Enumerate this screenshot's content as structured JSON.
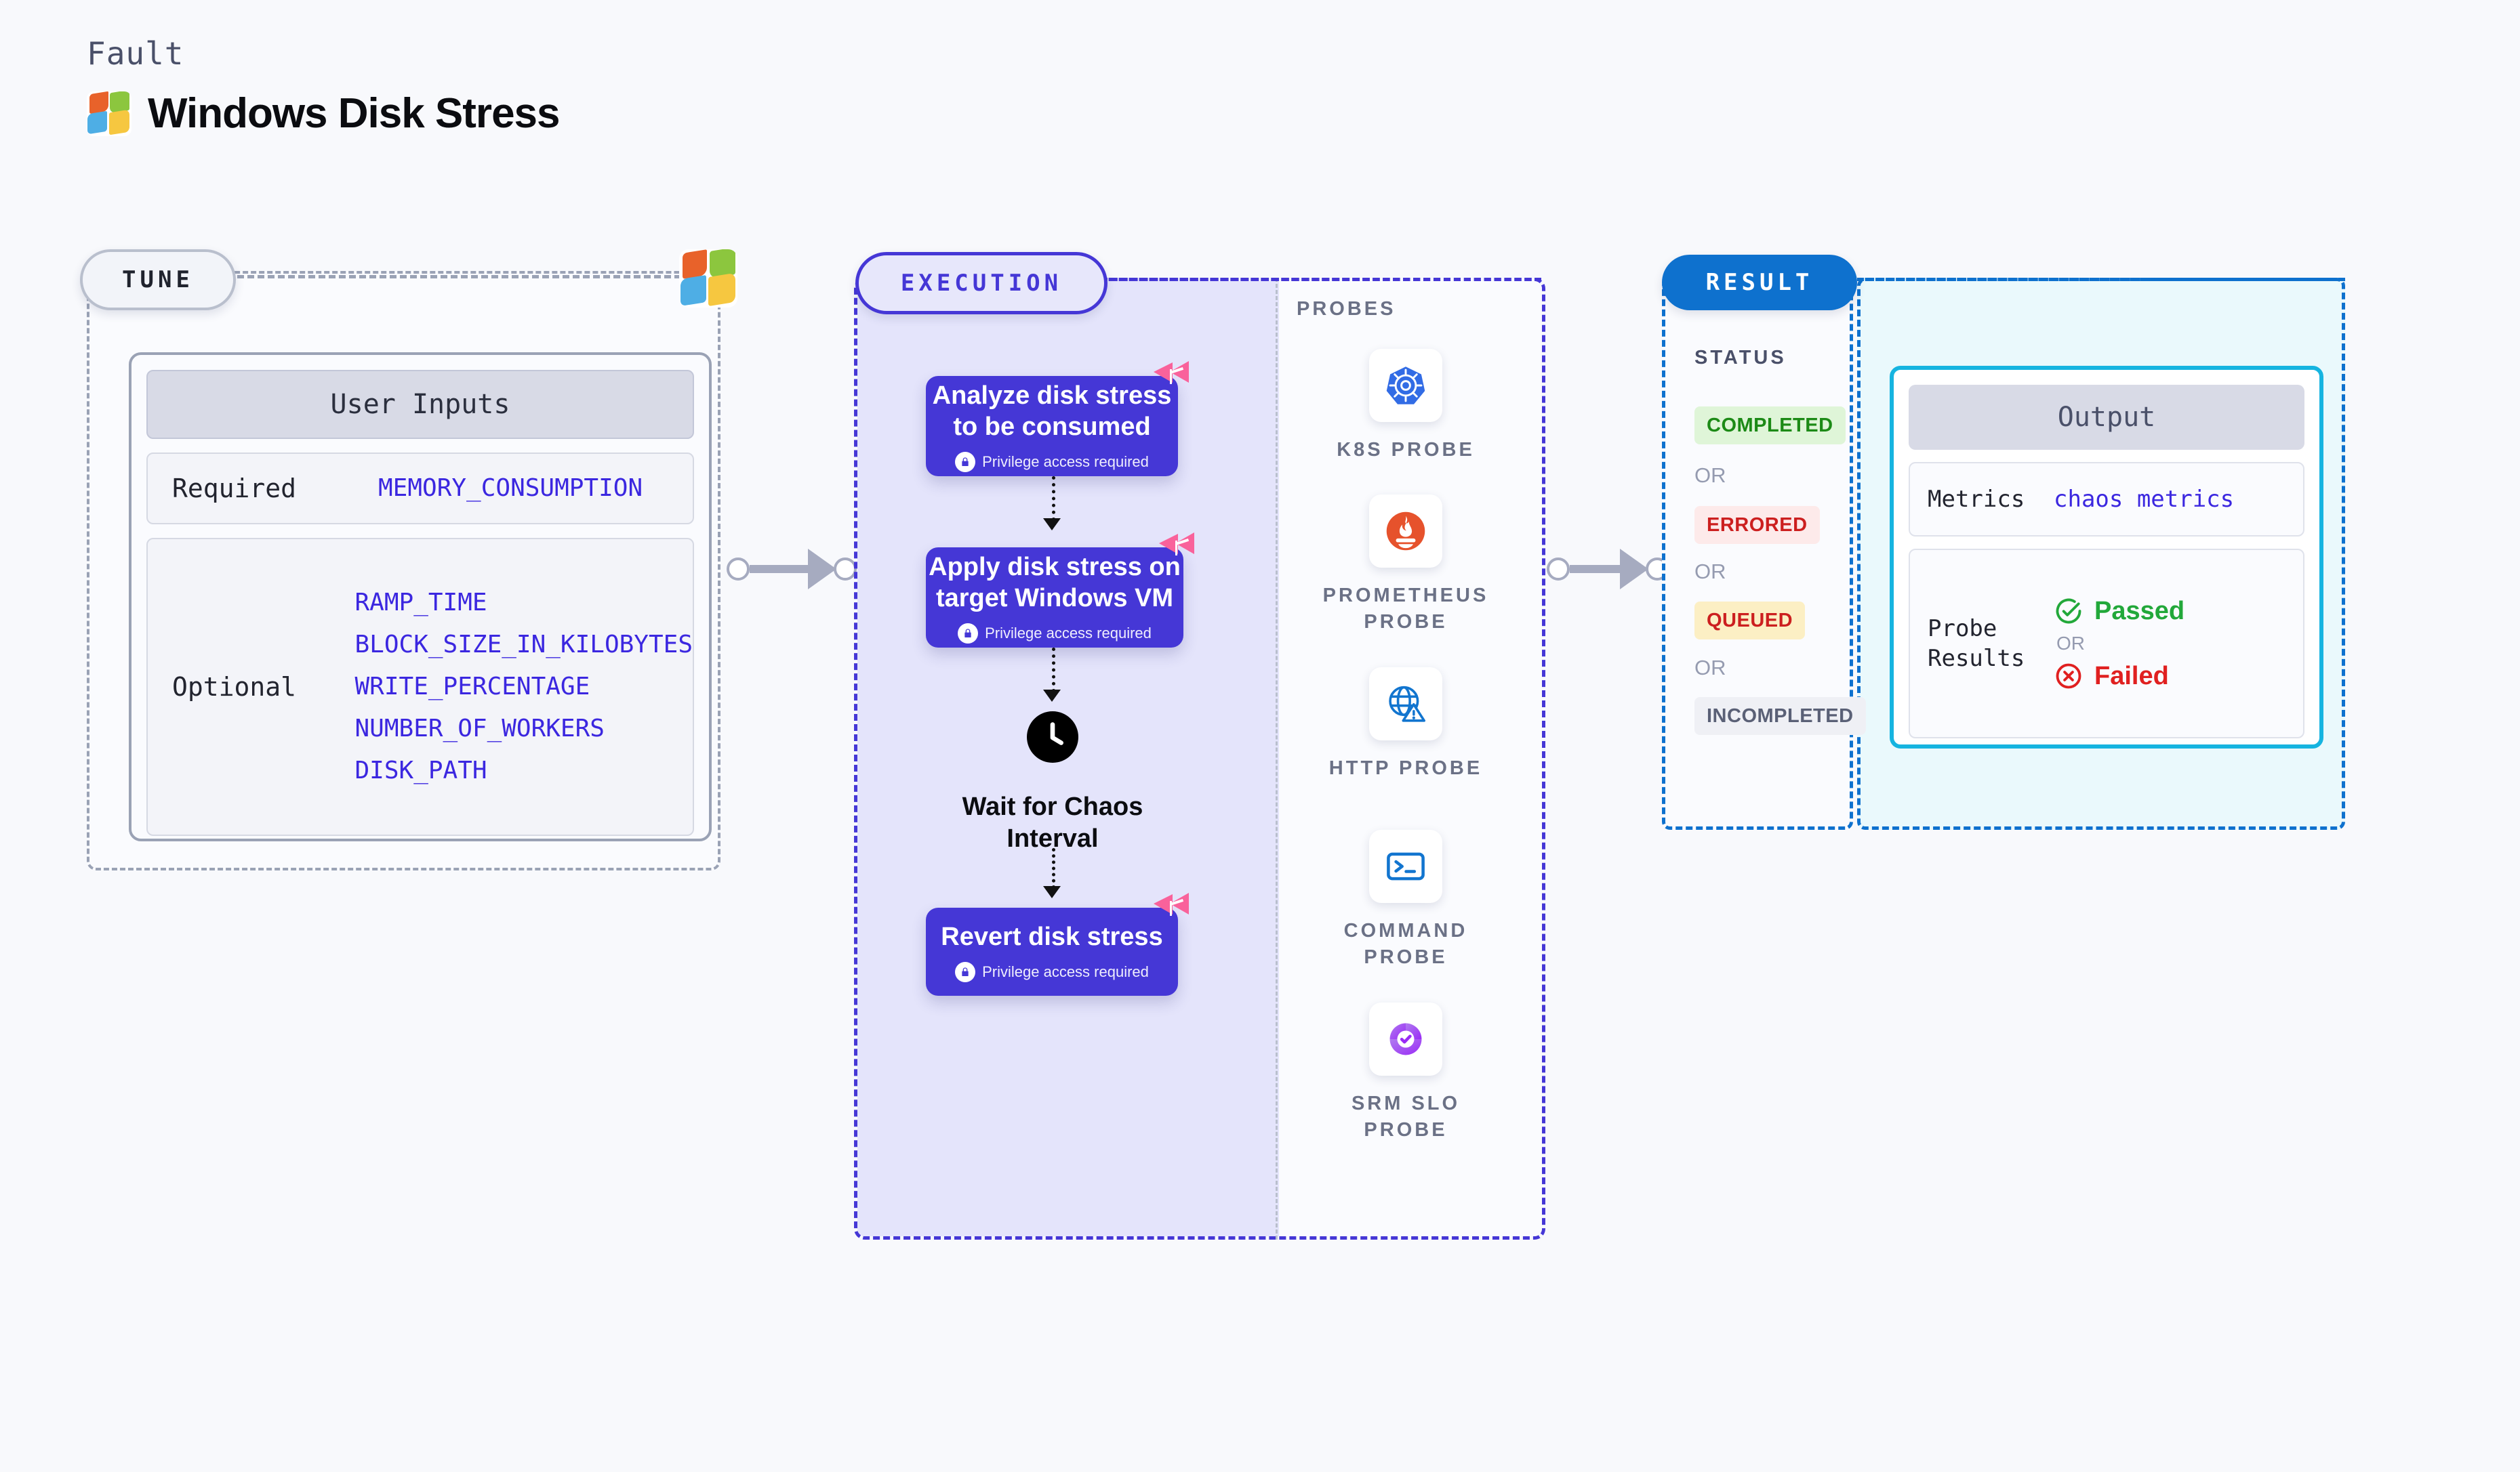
{
  "header": {
    "kicker": "Fault",
    "title": "Windows Disk Stress",
    "logo": "windows-logo"
  },
  "tune": {
    "badge": "TUNE",
    "decoration_icon": "windows-logo",
    "card_title": "User Inputs",
    "rows": [
      {
        "label": "Required",
        "values": [
          "MEMORY_CONSUMPTION"
        ]
      },
      {
        "label": "Optional",
        "values": [
          "RAMP_TIME",
          "BLOCK_SIZE_IN_KILOBYTES",
          "WRITE_PERCENTAGE",
          "NUMBER_OF_WORKERS",
          "DISK_PATH"
        ]
      }
    ]
  },
  "execution": {
    "badge": "EXECUTION",
    "privilege_note": "Privilege access required",
    "steps": [
      {
        "title": "Analyze disk stress to be consumed",
        "privileged": true,
        "ribbon_icon": "ribbon-badge-icon"
      },
      {
        "title": "Apply disk stress on target Windows VM",
        "privileged": true,
        "ribbon_icon": "ribbon-badge-icon"
      },
      {
        "title": "Revert disk stress",
        "privileged": true,
        "ribbon_icon": "ribbon-badge-icon"
      }
    ],
    "wait": {
      "label": "Wait for Chaos Interval",
      "icon": "clock-icon"
    },
    "probes_label": "PROBES",
    "probes": [
      {
        "name": "K8S PROBE",
        "icon": "kubernetes-icon"
      },
      {
        "name": "PROMETHEUS PROBE",
        "icon": "prometheus-icon"
      },
      {
        "name": "HTTP PROBE",
        "icon": "http-globe-warning-icon"
      },
      {
        "name": "COMMAND PROBE",
        "icon": "terminal-icon"
      },
      {
        "name": "SRM SLO PROBE",
        "icon": "srm-slo-icon"
      }
    ]
  },
  "result": {
    "badge": "RESULT",
    "status_label": "STATUS",
    "or_text": "OR",
    "statuses": [
      {
        "text": "COMPLETED",
        "bg": "#dff5d8",
        "fg": "#1c8a16"
      },
      {
        "text": "ERRORED",
        "bg": "#fdeaea",
        "fg": "#cc1f1f"
      },
      {
        "text": "QUEUED",
        "bg": "#fcefc4",
        "fg": "#cc1f1f"
      },
      {
        "text": "INCOMPLETED",
        "bg": "#eff0f5",
        "fg": "#5a6076"
      }
    ],
    "output": {
      "title": "Output",
      "metrics_label": "Metrics",
      "metrics_value": "chaos metrics",
      "probe_label": "Probe Results",
      "passed": "Passed",
      "failed": "Failed",
      "or_text": "OR",
      "passed_icon": "check-circle-icon",
      "failed_icon": "x-circle-icon"
    }
  },
  "colors": {
    "background": "#f8f9fc",
    "execution_accent": "#4537d6",
    "execution_fill": "#e4e4fb",
    "result_accent": "#0e71ce",
    "output_border": "#16b4e0",
    "output_fill": "#eaf9fc",
    "tune_accent": "#9aa2b5",
    "param_text": "#3b27e0",
    "ribbon": "#f9629b",
    "connector": "#a6abc0"
  }
}
